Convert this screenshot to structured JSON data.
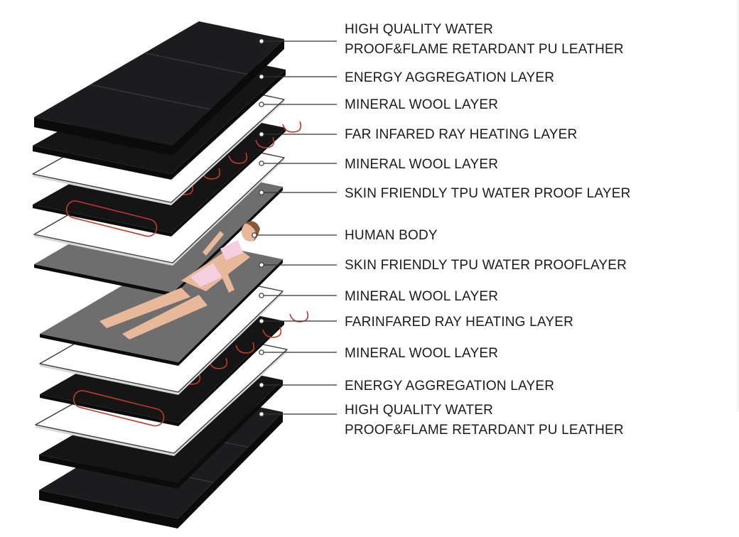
{
  "diagram": {
    "layers": [
      {
        "id": "top-pu-leather",
        "lines": [
          "HIGH QUALITY WATER",
          "PROOF&FLAME RETARDANT PU LEATHER"
        ],
        "kind": "leather"
      },
      {
        "id": "top-energy-aggregation",
        "lines": [
          "ENERGY AGGREGATION LAYER"
        ],
        "kind": "dark"
      },
      {
        "id": "top-mineral-wool-1",
        "lines": [
          "MINERAL WOOL LAYER"
        ],
        "kind": "white"
      },
      {
        "id": "top-far-infrared",
        "lines": [
          "FAR INFARED RAY HEATING LAYER"
        ],
        "kind": "heating"
      },
      {
        "id": "top-mineral-wool-2",
        "lines": [
          "MINERAL WOOL LAYER"
        ],
        "kind": "white"
      },
      {
        "id": "top-tpu",
        "lines": [
          "SKIN FRIENDLY TPU WATER PROOF LAYER"
        ],
        "kind": "gray"
      },
      {
        "id": "human-body",
        "lines": [
          "HUMAN BODY"
        ],
        "kind": "body"
      },
      {
        "id": "bottom-tpu",
        "lines": [
          "SKIN FRIENDLY TPU WATER PROOFLAYER"
        ],
        "kind": "gray"
      },
      {
        "id": "bottom-mineral-wool-1",
        "lines": [
          "MINERAL WOOL LAYER"
        ],
        "kind": "white"
      },
      {
        "id": "bottom-far-infrared",
        "lines": [
          "FARINFARED RAY HEATING LAYER"
        ],
        "kind": "heating"
      },
      {
        "id": "bottom-mineral-wool-2",
        "lines": [
          "MINERAL WOOL LAYER"
        ],
        "kind": "white"
      },
      {
        "id": "bottom-energy-aggregation",
        "lines": [
          "ENERGY AGGREGATION LAYER"
        ],
        "kind": "dark"
      },
      {
        "id": "bottom-pu-leather",
        "lines": [
          "HIGH QUALITY WATER",
          "PROOF&FLAME RETARDANT PU LEATHER"
        ],
        "kind": "leather"
      }
    ],
    "colors": {
      "leather": "#1c1c1e",
      "dark": "#151515",
      "white_fill": "#ffffff",
      "white_edge": "#3a3a3a",
      "gray": "#6e6e6e",
      "heating_wire": "#c0392b",
      "leader_line": "#333333",
      "skin": "#e8b89a"
    }
  }
}
